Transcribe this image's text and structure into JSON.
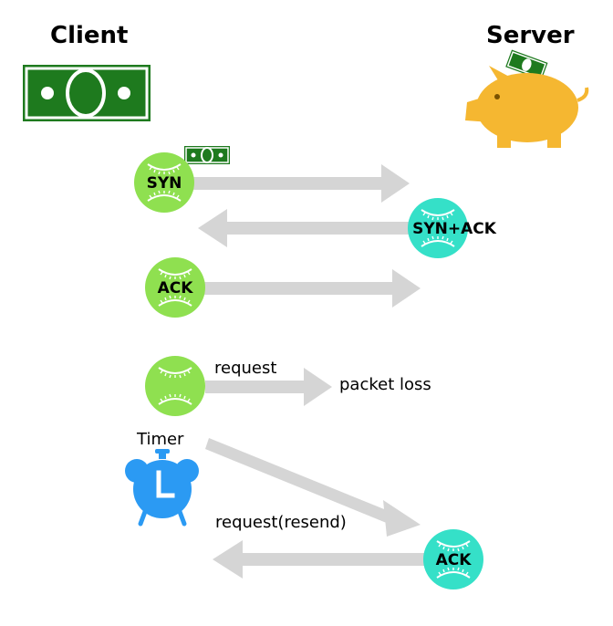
{
  "titles": {
    "client": "Client",
    "server": "Server"
  },
  "balls": {
    "syn": "SYN",
    "syn_ack": "SYN+ACK",
    "ack": "ACK",
    "ack_resend": "ACK"
  },
  "labels": {
    "request": "request",
    "packet_loss": "packet loss",
    "timer": "Timer",
    "request_resend": "request(resend)"
  },
  "colors": {
    "money_green": "#1e7a1e",
    "ball_green": "#8fe050",
    "ball_teal": "#35e0c8",
    "arrow_gray": "#d5d5d5",
    "piggy_orange": "#f5b731",
    "timer_blue": "#2b9af3"
  }
}
